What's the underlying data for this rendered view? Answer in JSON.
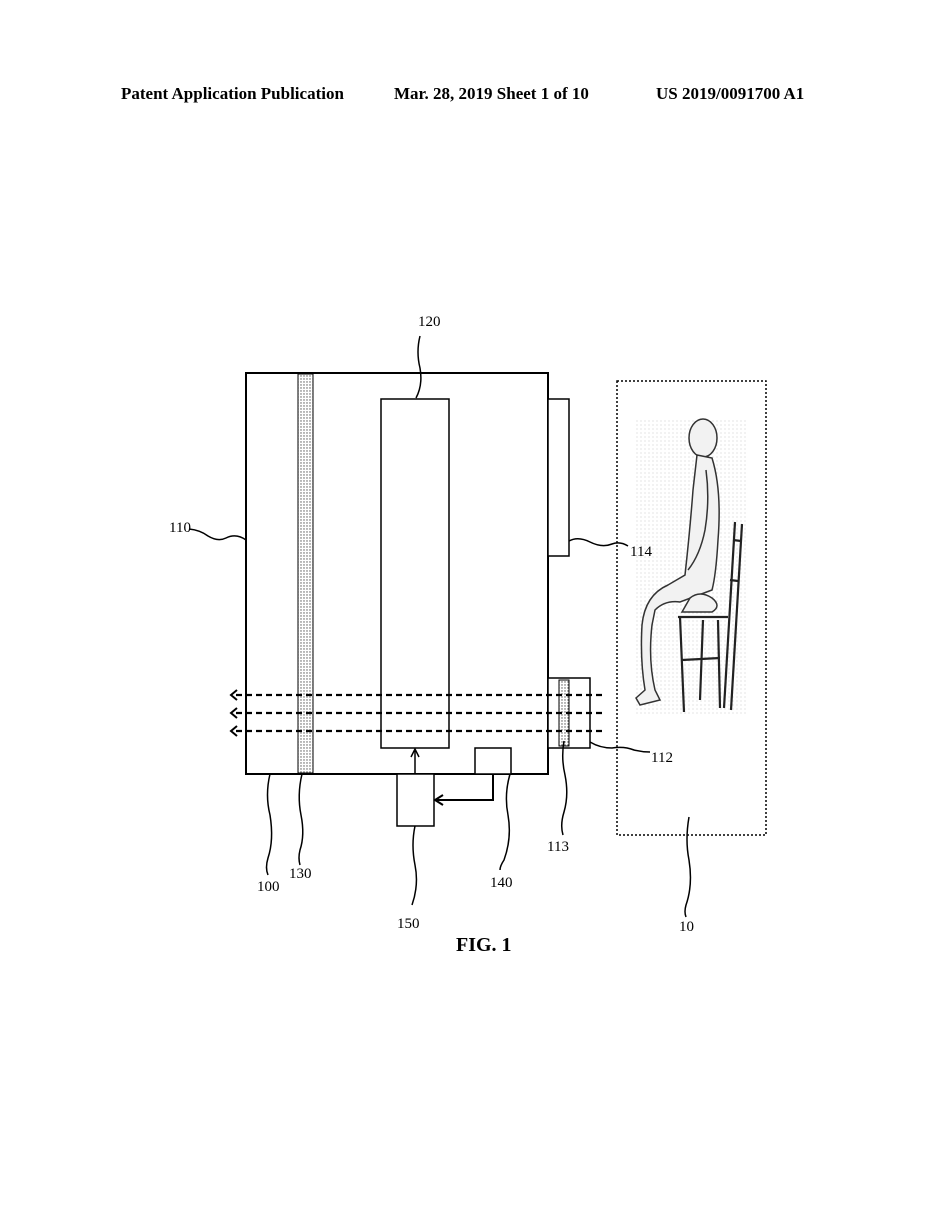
{
  "header": {
    "left": "Patent Application Publication",
    "middle": "Mar. 28, 2019  Sheet 1 of 10",
    "right": "US 2019/0091700 A1"
  },
  "figure": {
    "caption": "FIG. 1",
    "labels": {
      "l120": "120",
      "l110": "110",
      "l114": "114",
      "l112": "112",
      "l113": "113",
      "l100": "100",
      "l130": "130",
      "l140": "140",
      "l150": "150",
      "l10": "10"
    }
  }
}
